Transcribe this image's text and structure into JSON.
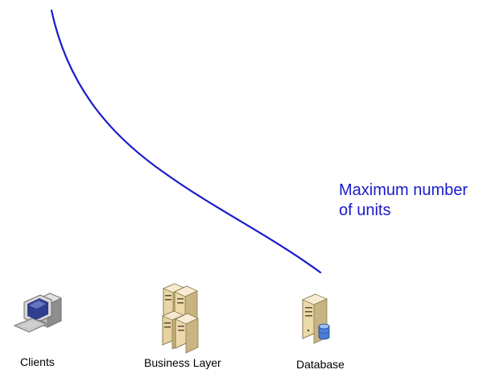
{
  "annotation": {
    "line1": "Maximum number",
    "line2": "of units",
    "color": "#1a1acc"
  },
  "tiers": [
    {
      "label": "Clients",
      "icon": "computer-workstation-icon"
    },
    {
      "label": "Business Layer",
      "icon": "server-cluster-icon"
    },
    {
      "label": "Database",
      "icon": "database-server-icon"
    }
  ],
  "curve": {
    "color": "#1a1acc",
    "meaning": "decreasing"
  }
}
